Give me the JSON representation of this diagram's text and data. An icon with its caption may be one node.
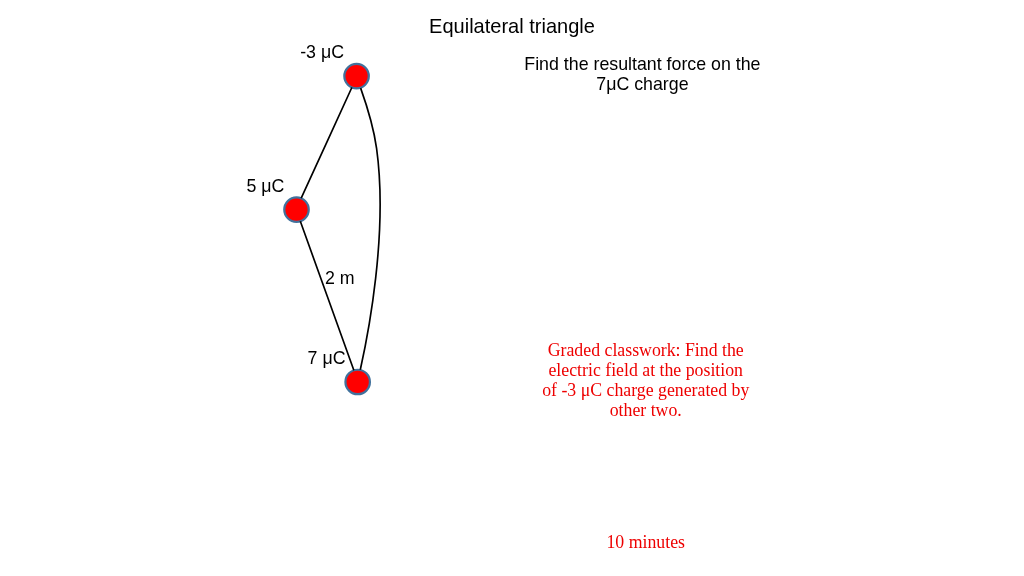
{
  "diagram": {
    "title": "Equilateral triangle",
    "nodes": [
      {
        "text": [],
        "shape": "circle",
        "beside": [
          "-3 μC"
        ]
      },
      {
        "text": [],
        "shape": "circle",
        "beside": [
          "5 μC"
        ]
      },
      {
        "text": [],
        "shape": "circle",
        "beside": [
          "7 μC"
        ]
      }
    ],
    "edges": [
      {
        "from": 0,
        "to": 1,
        "arrow": "none"
      },
      {
        "from": 0,
        "to": 2,
        "arrow": "none"
      },
      {
        "from": 1,
        "to": 2,
        "arrow": "none",
        "label": "2 m"
      }
    ],
    "labels": [
      "Find the resultant force on the 7μC charge",
      "Graded classwork: Find the electric field at the position of -3 μC charge generated by other two.",
      "10 minutes"
    ]
  }
}
